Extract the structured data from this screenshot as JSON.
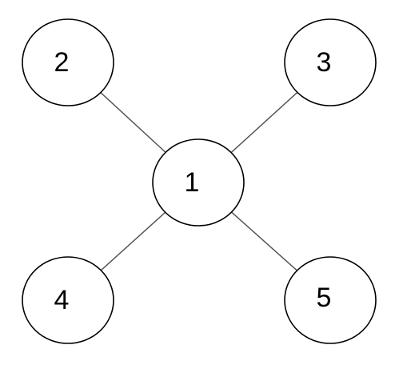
{
  "diagram": {
    "type": "star-graph",
    "nodes": [
      {
        "id": "1",
        "label": "1"
      },
      {
        "id": "2",
        "label": "2"
      },
      {
        "id": "3",
        "label": "3"
      },
      {
        "id": "4",
        "label": "4"
      },
      {
        "id": "5",
        "label": "5"
      }
    ],
    "edges": [
      {
        "from": "1",
        "to": "2"
      },
      {
        "from": "1",
        "to": "3"
      },
      {
        "from": "1",
        "to": "4"
      },
      {
        "from": "1",
        "to": "5"
      }
    ],
    "colors": {
      "node_fill": "#ffffff",
      "node_stroke": "#000000",
      "edge_stroke": "#555555",
      "label": "#000000"
    }
  }
}
